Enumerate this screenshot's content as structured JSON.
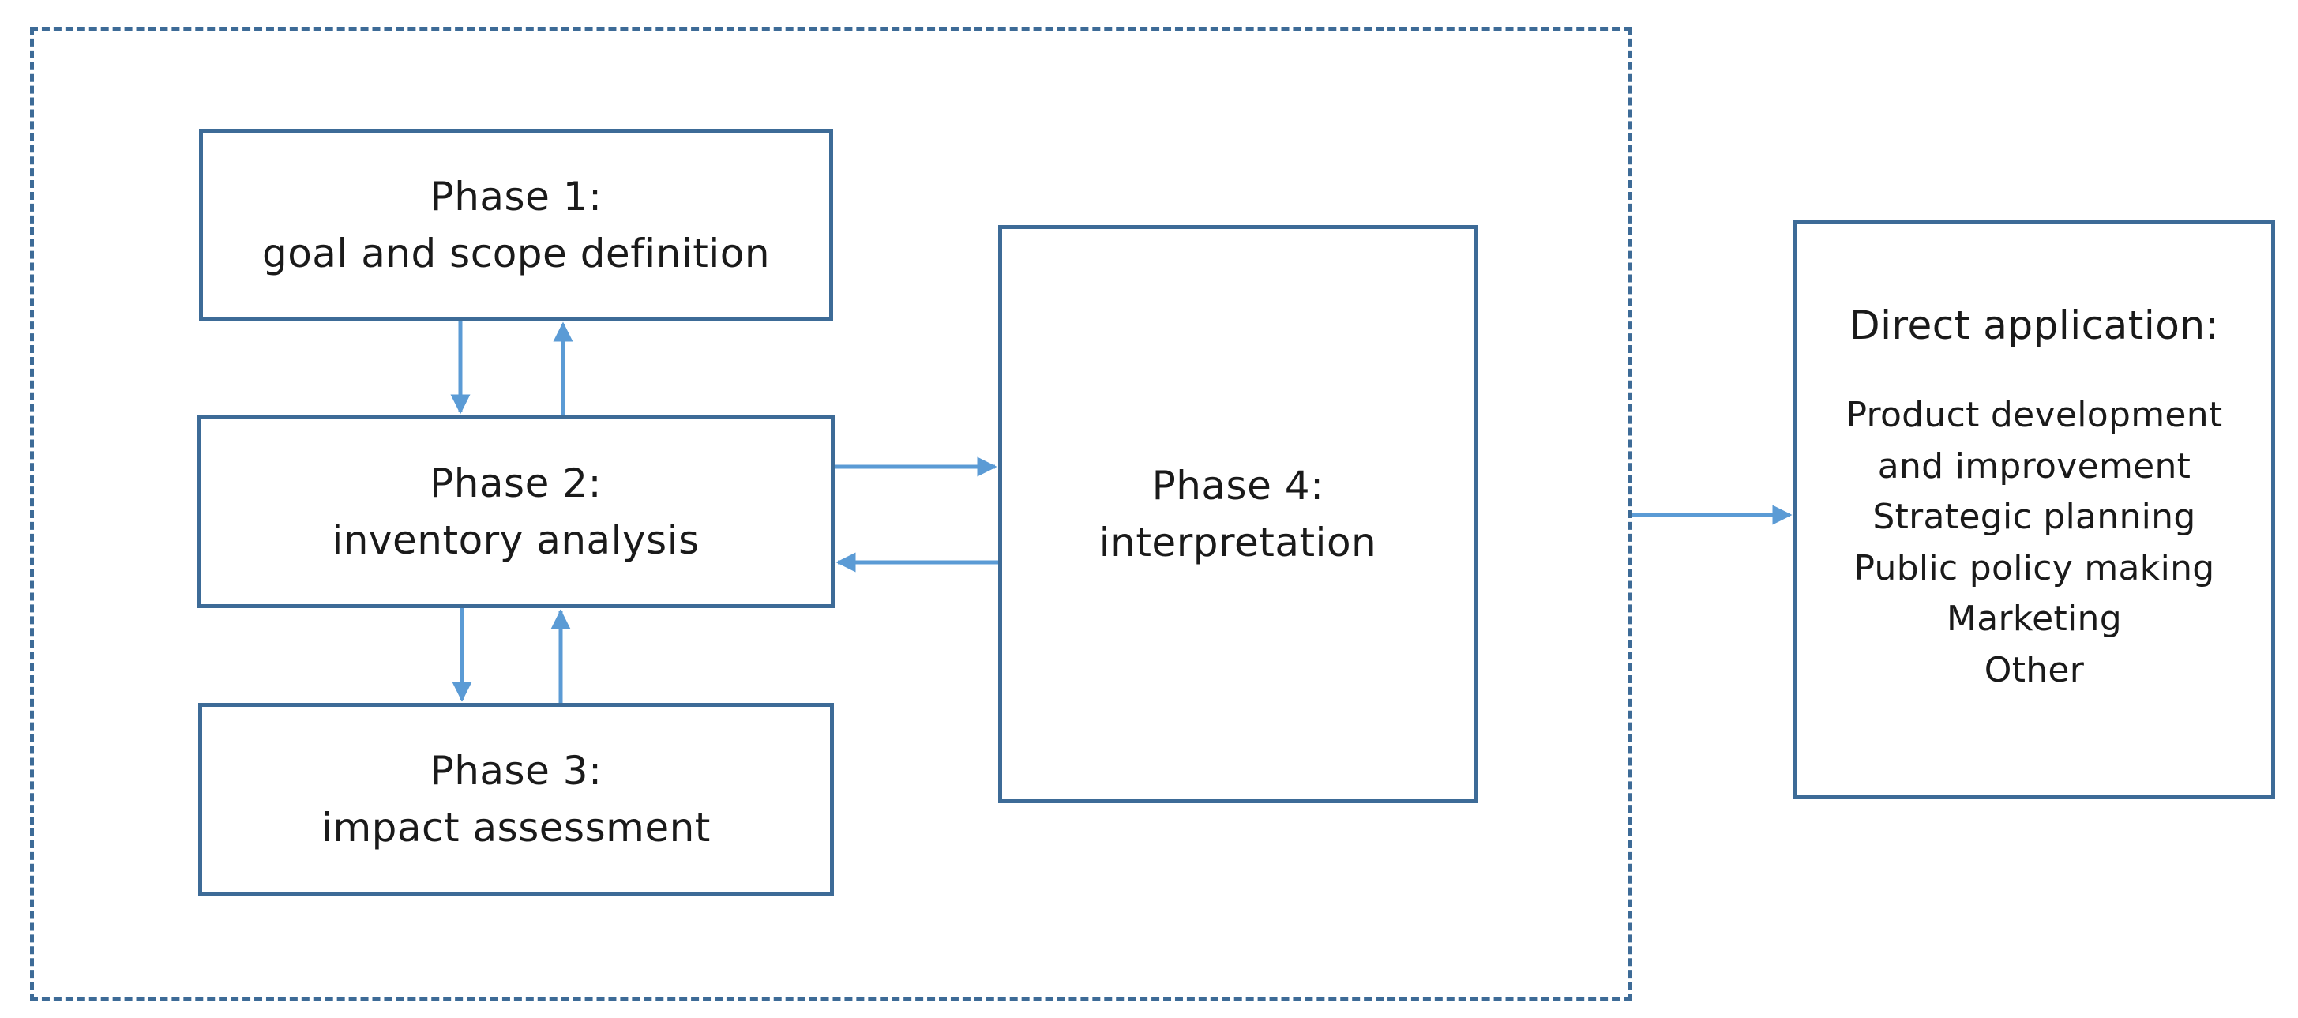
{
  "phase1": {
    "line1": "Phase 1:",
    "line2": "goal and scope definition"
  },
  "phase2": {
    "line1": "Phase 2:",
    "line2": "inventory analysis"
  },
  "phase3": {
    "line1": "Phase 3:",
    "line2": "impact assessment"
  },
  "phase4": {
    "line1": "Phase 4:",
    "line2": "interpretation"
  },
  "application": {
    "title": "Direct application:",
    "items": [
      "Product development",
      "and improvement",
      "Strategic planning",
      "Public policy making",
      "Marketing",
      "Other"
    ]
  },
  "colors": {
    "border": "#3d6b97",
    "arrow": "#5b9bd5"
  }
}
